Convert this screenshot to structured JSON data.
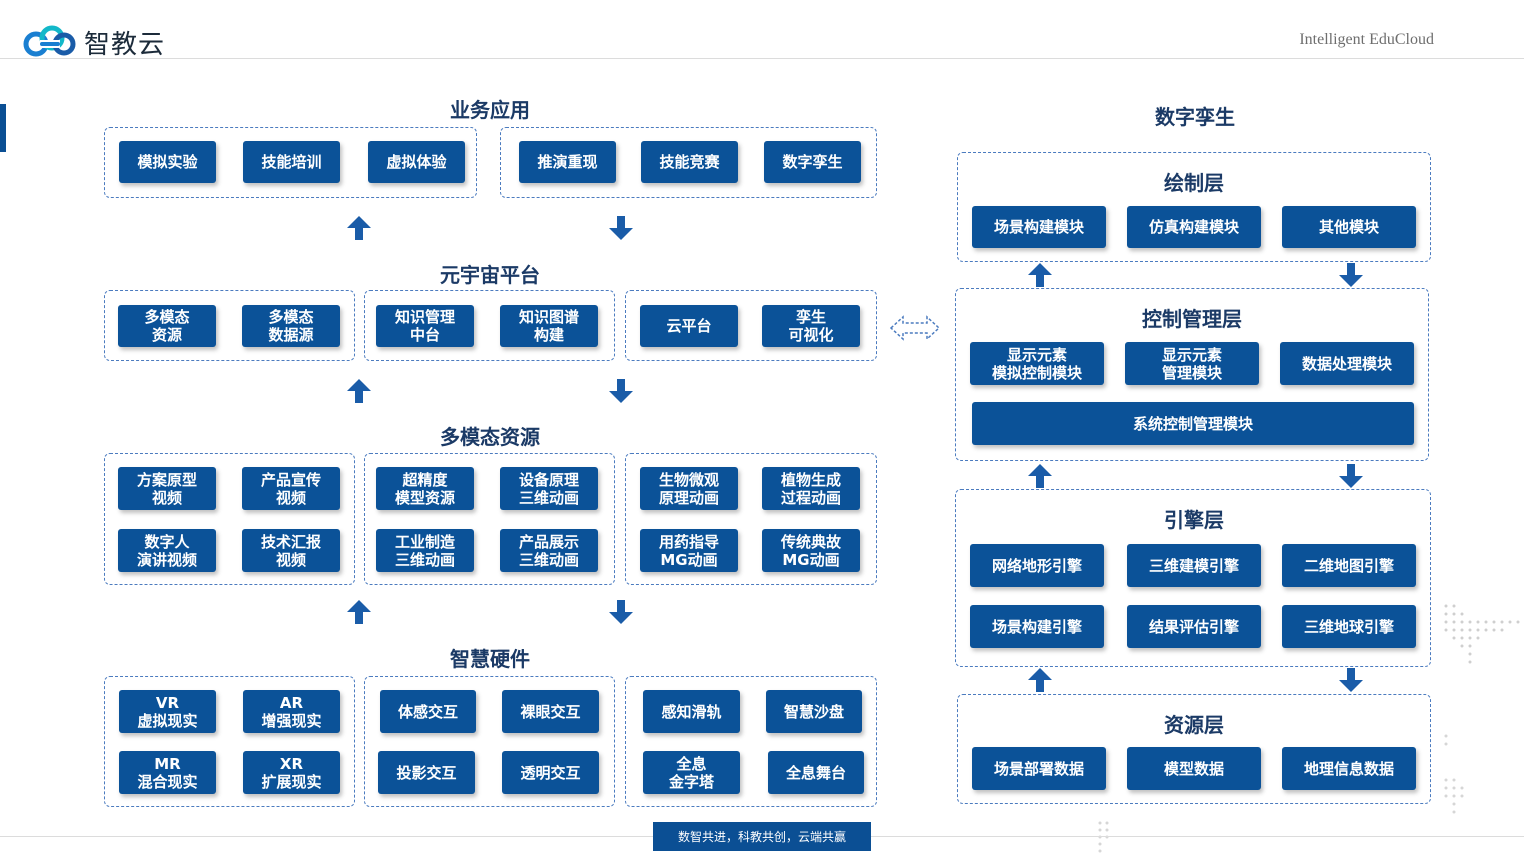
{
  "header": {
    "logo_text": "智教云",
    "tagline": "Intelligent EduCloud",
    "logo_icon": "cloud-link-icon"
  },
  "left": {
    "business": {
      "title": "业务应用",
      "group1": [
        "模拟实验",
        "技能培训",
        "虚拟体验"
      ],
      "group2": [
        "推演重现",
        "技能竞赛",
        "数字孪生"
      ]
    },
    "metaverse": {
      "title": "元宇宙平台",
      "group1": [
        "多模态\n资源",
        "多模态\n数据源"
      ],
      "group2": [
        "知识管理\n中台",
        "知识图谱\n构建"
      ],
      "group3": [
        "云平台",
        "孪生\n可视化"
      ]
    },
    "multimodal": {
      "title": "多模态资源",
      "group1": [
        "方案原型\n视频",
        "产品宣传\n视频",
        "数字人\n演讲视频",
        "技术汇报\n视频"
      ],
      "group2": [
        "超精度\n模型资源",
        "设备原理\n三维动画",
        "工业制造\n三维动画",
        "产品展示\n三维动画"
      ],
      "group3": [
        "生物微观\n原理动画",
        "植物生成\n过程动画",
        "用药指导\nMG动画",
        "传统典故\nMG动画"
      ]
    },
    "hardware": {
      "title": "智慧硬件",
      "group1": [
        "VR\n虚拟现实",
        "AR\n增强现实",
        "MR\n混合现实",
        "XR\n扩展现实"
      ],
      "group2": [
        "体感交互",
        "裸眼交互",
        "投影交互",
        "透明交互"
      ],
      "group3": [
        "感知滑轨",
        "智慧沙盘",
        "全息\n金字塔",
        "全息舞台"
      ]
    }
  },
  "right": {
    "title": "数字孪生",
    "render": {
      "title": "绘制层",
      "items": [
        "场景构建模块",
        "仿真构建模块",
        "其他模块"
      ]
    },
    "control": {
      "title": "控制管理层",
      "items": [
        "显示元素\n模拟控制模块",
        "显示元素\n管理模块",
        "数据处理模块"
      ],
      "wide": "系统控制管理模块"
    },
    "engine": {
      "title": "引擎层",
      "items": [
        "网络地形引擎",
        "三维建模引擎",
        "二维地图引擎",
        "场景构建引擎",
        "结果评估引擎",
        "三维地球引擎"
      ]
    },
    "resource": {
      "title": "资源层",
      "items": [
        "场景部署数据",
        "模型数据",
        "地理信息数据"
      ]
    }
  },
  "footer": {
    "slogan": "数智共进，科教共创，云端共赢"
  },
  "colors": {
    "button": "#0b5298",
    "dashed_border": "#4b7bbf",
    "title": "#1b3a66",
    "arrow": "#1a5ca8"
  }
}
